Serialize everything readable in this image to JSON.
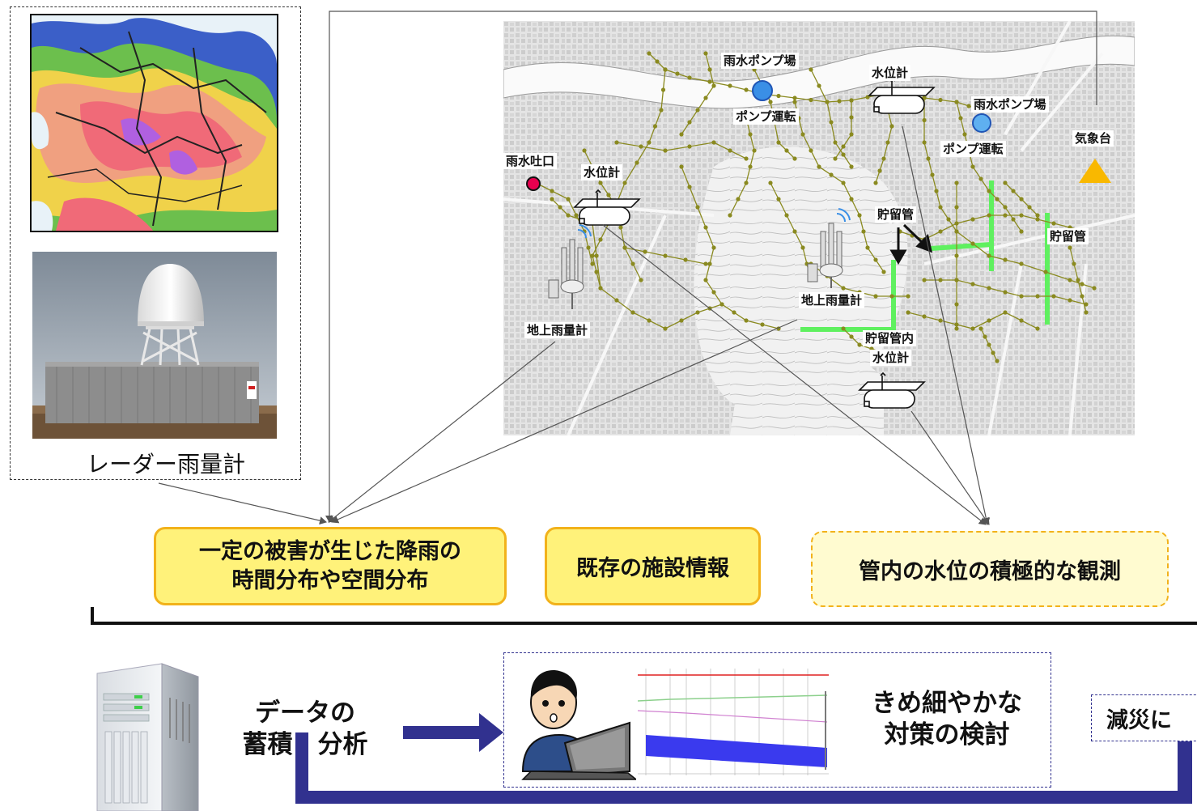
{
  "radar_panel": {
    "caption": "レーダー雨量計",
    "rain_map_icon": "rainfall-radar-map",
    "radar_photo_icon": "radar-dome-tower"
  },
  "map_labels": {
    "pump_station_top": "雨水ポンプ場",
    "pump_operation_top": "ポンプ運転",
    "water_gauge_top": "水位計",
    "pump_station_right": "雨水ポンプ場",
    "pump_operation_right": "ポンプ運転",
    "weather_station": "気象台",
    "rain_outlet": "雨水吐口",
    "water_gauge_left": "水位計",
    "storage_pipe_center": "貯留管",
    "storage_pipe_right": "貯留管",
    "ground_rain_gauge_center": "地上雨量計",
    "ground_rain_gauge_left": "地上雨量計",
    "storage_gauge_line1": "貯留管内",
    "storage_gauge_line2": "水位計"
  },
  "info_boxes": {
    "rainfall_line1": "一定の被害が生じた降雨の",
    "rainfall_line2": "時間分布や空間分布",
    "facility": "既存の施設情報",
    "observation": "管内の水位の積極的な観測"
  },
  "bottom": {
    "data_line1": "データの",
    "data_line2": "蓄積・分析",
    "measures_line1": "きめ細やかな",
    "measures_line2": "対策の検討",
    "disaster_partial": "減災に",
    "server_icon": "server-tower",
    "analyst_icon": "person-at-laptop"
  },
  "colors": {
    "box_fill": "#fff27a",
    "box_border": "#f2b21b",
    "dashed_box_fill": "#fffbd0",
    "arrow_blue": "#31318f",
    "pipe_green": "#5ff05f",
    "network_olive": "#8a8a20",
    "pump_blue": "#3a8fe6",
    "outlet_red": "#e8004f",
    "weather_orange": "#f9b800"
  }
}
